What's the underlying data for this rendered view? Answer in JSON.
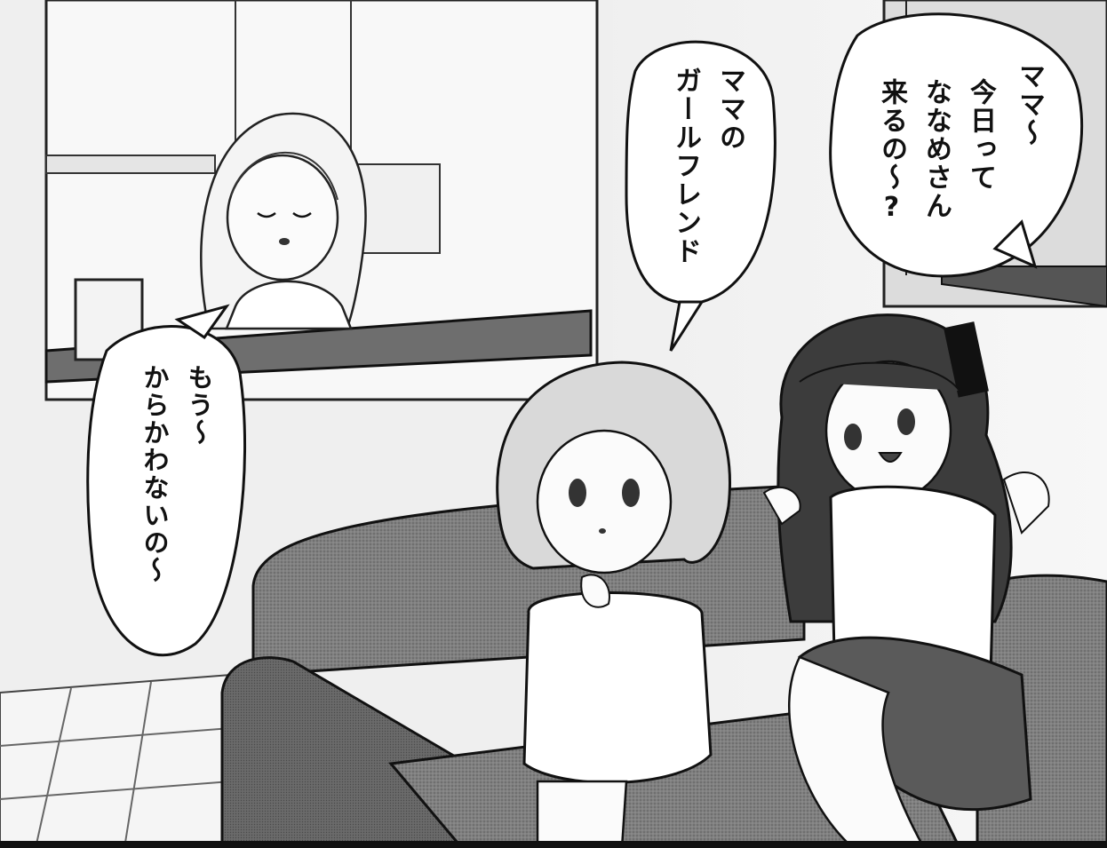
{
  "panel": {
    "bubbles": [
      {
        "lines": [
          "ママ〜",
          "今日って",
          "ななめさん",
          "来るの〜?"
        ]
      },
      {
        "lines": [
          "ママの",
          "ガールフレンド"
        ]
      },
      {
        "lines": [
          "もう〜",
          "からかわないの〜"
        ]
      }
    ]
  },
  "colors": {
    "ink": "#111111",
    "screentone_sofa": "#7a7a7a",
    "wall": "#f4f4f4",
    "counter": "#6e6e6e"
  }
}
